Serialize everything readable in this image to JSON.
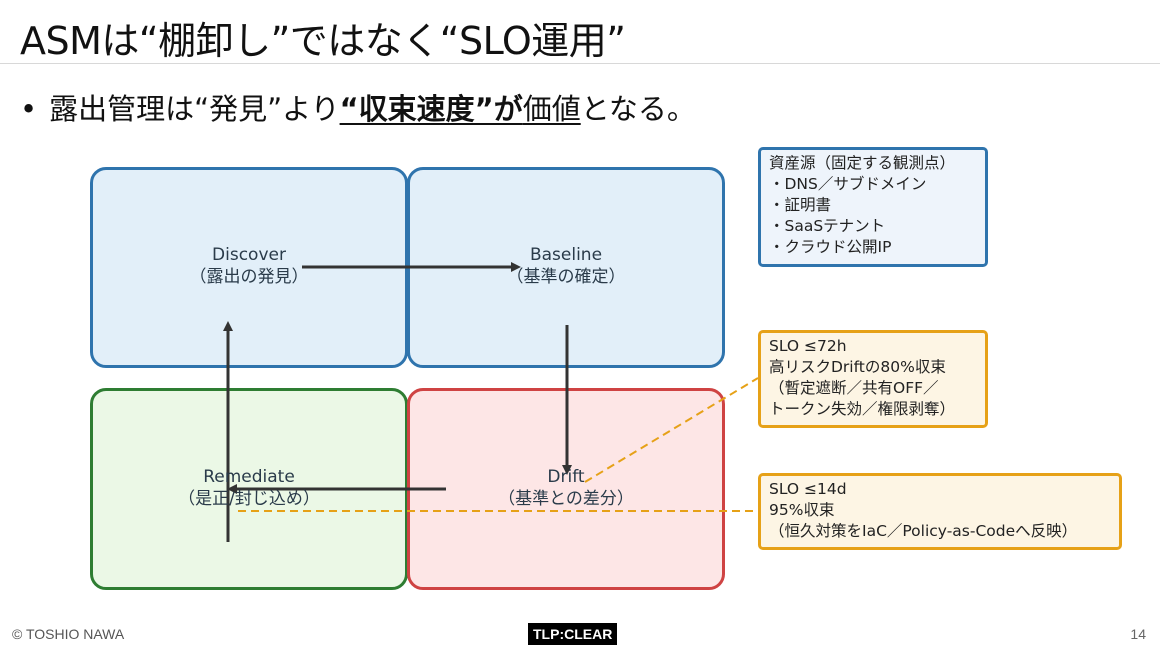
{
  "slide": {
    "title": "ASMは“棚卸し”ではなく“SLO運用”",
    "bullet": {
      "marker": "•",
      "lead": "露出管理は“発見”より",
      "emphasis": "“収束速度”が",
      "value": "価値",
      "tail": "となる。"
    }
  },
  "diagram": {
    "quadrants": {
      "discover": {
        "name": "Discover",
        "sub": "（露出の発見）"
      },
      "baseline": {
        "name": "Baseline",
        "sub": "（基準の確定）"
      },
      "remediate": {
        "name": "Remediate",
        "sub": "（是正/封じ込め）"
      },
      "drift": {
        "name": "Drift",
        "sub": "（基準との差分）"
      }
    },
    "notes": {
      "assets": [
        "資産源（固定する観測点）",
        "・DNS／サブドメイン",
        "・証明書",
        "・SaaSテナント",
        "・クラウド公開IP"
      ],
      "slo72": [
        "SLO ≤72h",
        "高リスクDriftの80%収束",
        "（暫定遮断／共有OFF／",
        "トークン失効／権限剥奪）"
      ],
      "slo14": [
        "SLO ≤14d",
        "95%収束",
        "（恒久対策をIaC／Policy-as-Codeへ反映）"
      ]
    },
    "colors": {
      "blue_border": "#2f74ad",
      "blue_fill": "#e2eff9",
      "green_border": "#2e7d32",
      "green_fill": "#ebf8e6",
      "red_border": "#cf4343",
      "red_fill": "#fde6e6",
      "slo_border": "#e6a117",
      "slo_fill": "#fdf5e4",
      "arrow": "#333333",
      "dashed": "#e6a117"
    }
  },
  "footer": {
    "copyright": "© TOSHIO NAWA",
    "tlp": "TLP:CLEAR",
    "page": "14"
  }
}
